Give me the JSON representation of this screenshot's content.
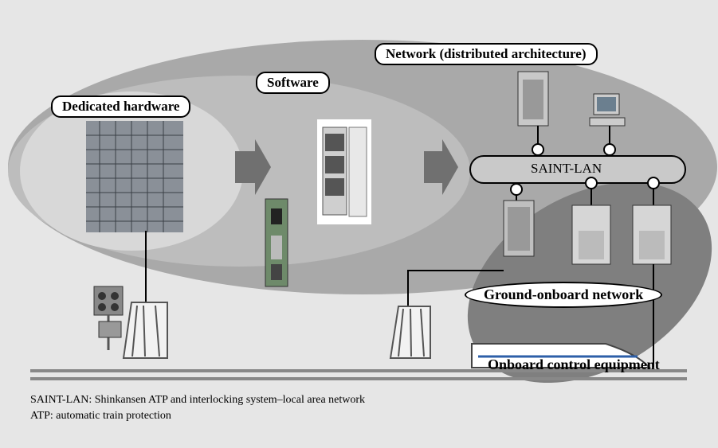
{
  "labels": {
    "dedicated_hardware": "Dedicated hardware",
    "software": "Software",
    "network": "Network (distributed architecture)",
    "saint_lan": "SAINT-LAN",
    "ground_onboard": "Ground-onboard network",
    "onboard_control": "Onboard control equipment"
  },
  "footnotes": [
    "SAINT-LAN: Shinkansen ATP and interlocking system–local area network",
    "ATP: automatic train protection"
  ],
  "colors": {
    "background": "#e6e6e6",
    "outer_ellipse": "#a9a9a9",
    "inner_ellipse": "#d4d4d4",
    "ground_ellipse": "#7f7f7f",
    "arrow": "#707070"
  },
  "icons": [
    "relay-rack-icon",
    "cabinet-icon",
    "circuit-board-icon",
    "server-icon",
    "pc-icon",
    "switch-icon",
    "signal-icon",
    "train-icon",
    "track-icon"
  ]
}
